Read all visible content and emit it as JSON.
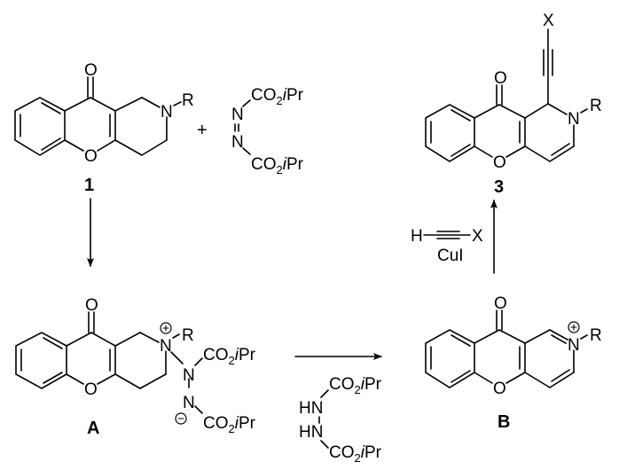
{
  "scheme": {
    "compounds": {
      "c1": {
        "label": "1",
        "substituent": "R",
        "atoms": {
          "carbonyl_O": "O",
          "ring_O": "O",
          "N": "N"
        }
      },
      "dad": {
        "N_top": "N",
        "N_bottom": "N",
        "ester_top": {
          "prefix": "CO",
          "sub": "2",
          "iso": "i",
          "suffix": "Pr"
        },
        "ester_bottom": {
          "prefix": "CO",
          "sub": "2",
          "iso": "i",
          "suffix": "Pr"
        }
      },
      "A": {
        "label": "A",
        "substituent": "R",
        "charge_pos": "+",
        "charge_neg": "−",
        "atoms": {
          "carbonyl_O": "O",
          "ring_O": "O",
          "N_plus": "N",
          "N_mid": "N",
          "N_minus": "N"
        },
        "ester_top": {
          "prefix": "CO",
          "sub": "2",
          "iso": "i",
          "suffix": "Pr"
        },
        "ester_bottom": {
          "prefix": "CO",
          "sub": "2",
          "iso": "i",
          "suffix": "Pr"
        }
      },
      "B": {
        "label": "B",
        "substituent": "R",
        "charge_pos": "+",
        "atoms": {
          "carbonyl_O": "O",
          "ring_O": "O",
          "N": "N"
        }
      },
      "c3": {
        "label": "3",
        "substituent": "R",
        "alkyne_terminal": "X",
        "atoms": {
          "carbonyl_O": "O",
          "ring_O": "O",
          "N": "N"
        }
      },
      "byproduct": {
        "HN_top": "HN",
        "HN_bottom": "HN",
        "ester_top": {
          "prefix": "CO",
          "sub": "2",
          "iso": "i",
          "suffix": "Pr"
        },
        "ester_bottom": {
          "prefix": "CO",
          "sub": "2",
          "iso": "i",
          "suffix": "Pr"
        }
      }
    },
    "plus_sign": "+",
    "reagents": {
      "alkyne_H": "H",
      "alkyne_X": "X",
      "catalyst": "CuI"
    },
    "arrows": [
      {
        "from": "1",
        "to": "A",
        "direction": "down"
      },
      {
        "from": "A",
        "to": "B",
        "direction": "right"
      },
      {
        "from": "B",
        "to": "3",
        "direction": "up"
      }
    ]
  }
}
